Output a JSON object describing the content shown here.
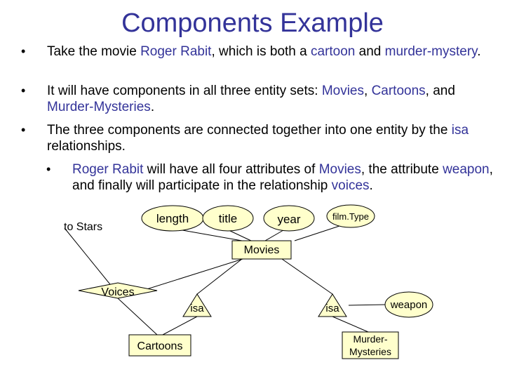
{
  "slide": {
    "title": "Components Example",
    "bullets": [
      {
        "parts": [
          {
            "t": "Take the movie ",
            "k": false
          },
          {
            "t": "Roger Rabit",
            "k": true
          },
          {
            "t": ", which is both a ",
            "k": false
          },
          {
            "t": "cartoon",
            "k": true
          },
          {
            "t": " and ",
            "k": false
          },
          {
            "t": "murder-mystery",
            "k": true
          },
          {
            "t": ".",
            "k": false
          }
        ]
      },
      {
        "parts": [
          {
            "t": "It will have components in all three entity sets: ",
            "k": false
          },
          {
            "t": "Movies",
            "k": true
          },
          {
            "t": ", ",
            "k": false
          },
          {
            "t": "Cartoons",
            "k": true
          },
          {
            "t": ", and ",
            "k": false
          },
          {
            "t": "Murder-Mysteries",
            "k": true
          },
          {
            "t": ".",
            "k": false
          }
        ]
      },
      {
        "parts": [
          {
            "t": "The three components are connected together into one entity by the ",
            "k": false
          },
          {
            "t": "isa",
            "k": true
          },
          {
            "t": " relationships.",
            "k": false
          }
        ]
      }
    ],
    "subbullet": {
      "parts": [
        {
          "t": "Roger Rabit",
          "k": true
        },
        {
          "t": " will have all four attributes of ",
          "k": false
        },
        {
          "t": "Movies",
          "k": true
        },
        {
          "t": ", the attribute ",
          "k": false
        },
        {
          "t": "weapon",
          "k": true
        },
        {
          "t": ", and finally will participate in the relationship ",
          "k": false
        },
        {
          "t": "voices",
          "k": true
        },
        {
          "t": ".",
          "k": false
        }
      ]
    },
    "bullet_glyph": "•"
  },
  "diagram": {
    "to_stars": "to Stars",
    "length": "length",
    "title": "title",
    "year": "year",
    "film_type": "film.Type",
    "movies": "Movies",
    "voices": "Voices",
    "isa_left": "isa",
    "isa_right": "isa",
    "weapon": "weapon",
    "cartoons": "Cartoons",
    "murder_line1": "Murder-",
    "murder_line2": "Mysteries"
  },
  "colors": {
    "keyword": "#333399",
    "shape_fill": "#ffffcc",
    "title": "#333399"
  }
}
